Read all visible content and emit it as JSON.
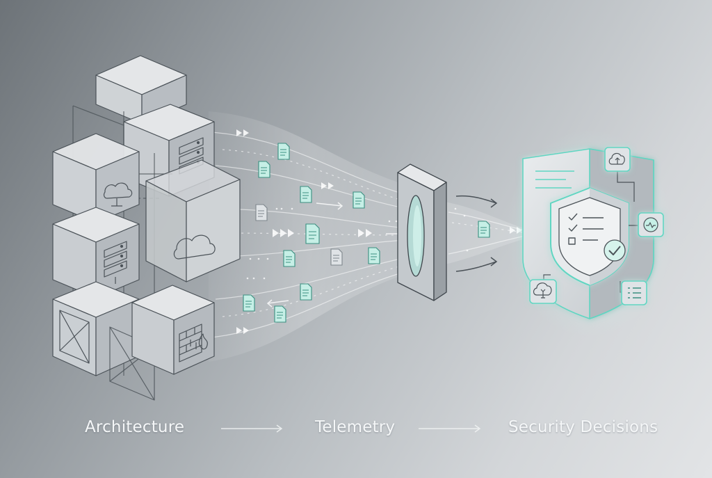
{
  "captions": {
    "architecture": "Architecture",
    "telemetry": "Telemetry",
    "security_decisions": "Security Decisions"
  },
  "colors": {
    "accent": "#5fd6c2",
    "accent_fill": "#bfeee3",
    "cube_top": "#e4e6e8",
    "cube_left": "#c9cdd1",
    "cube_right": "#b5babf",
    "stroke": "#4b5258"
  },
  "icons": {
    "cubes": [
      "cloud-icon",
      "server-icon",
      "cloud-icon",
      "server-icon",
      "crossed-box-icon",
      "firewall-icon"
    ],
    "telemetry": [
      "document-icon",
      "chevron-arrows-icon",
      "arrow-icon"
    ],
    "gate": "lens-gate-icon",
    "shield": [
      "shield-icon",
      "checklist-icon",
      "check-circle-icon",
      "cloud-upload-icon",
      "activity-icon",
      "cloud-sync-icon",
      "list-icon"
    ]
  }
}
